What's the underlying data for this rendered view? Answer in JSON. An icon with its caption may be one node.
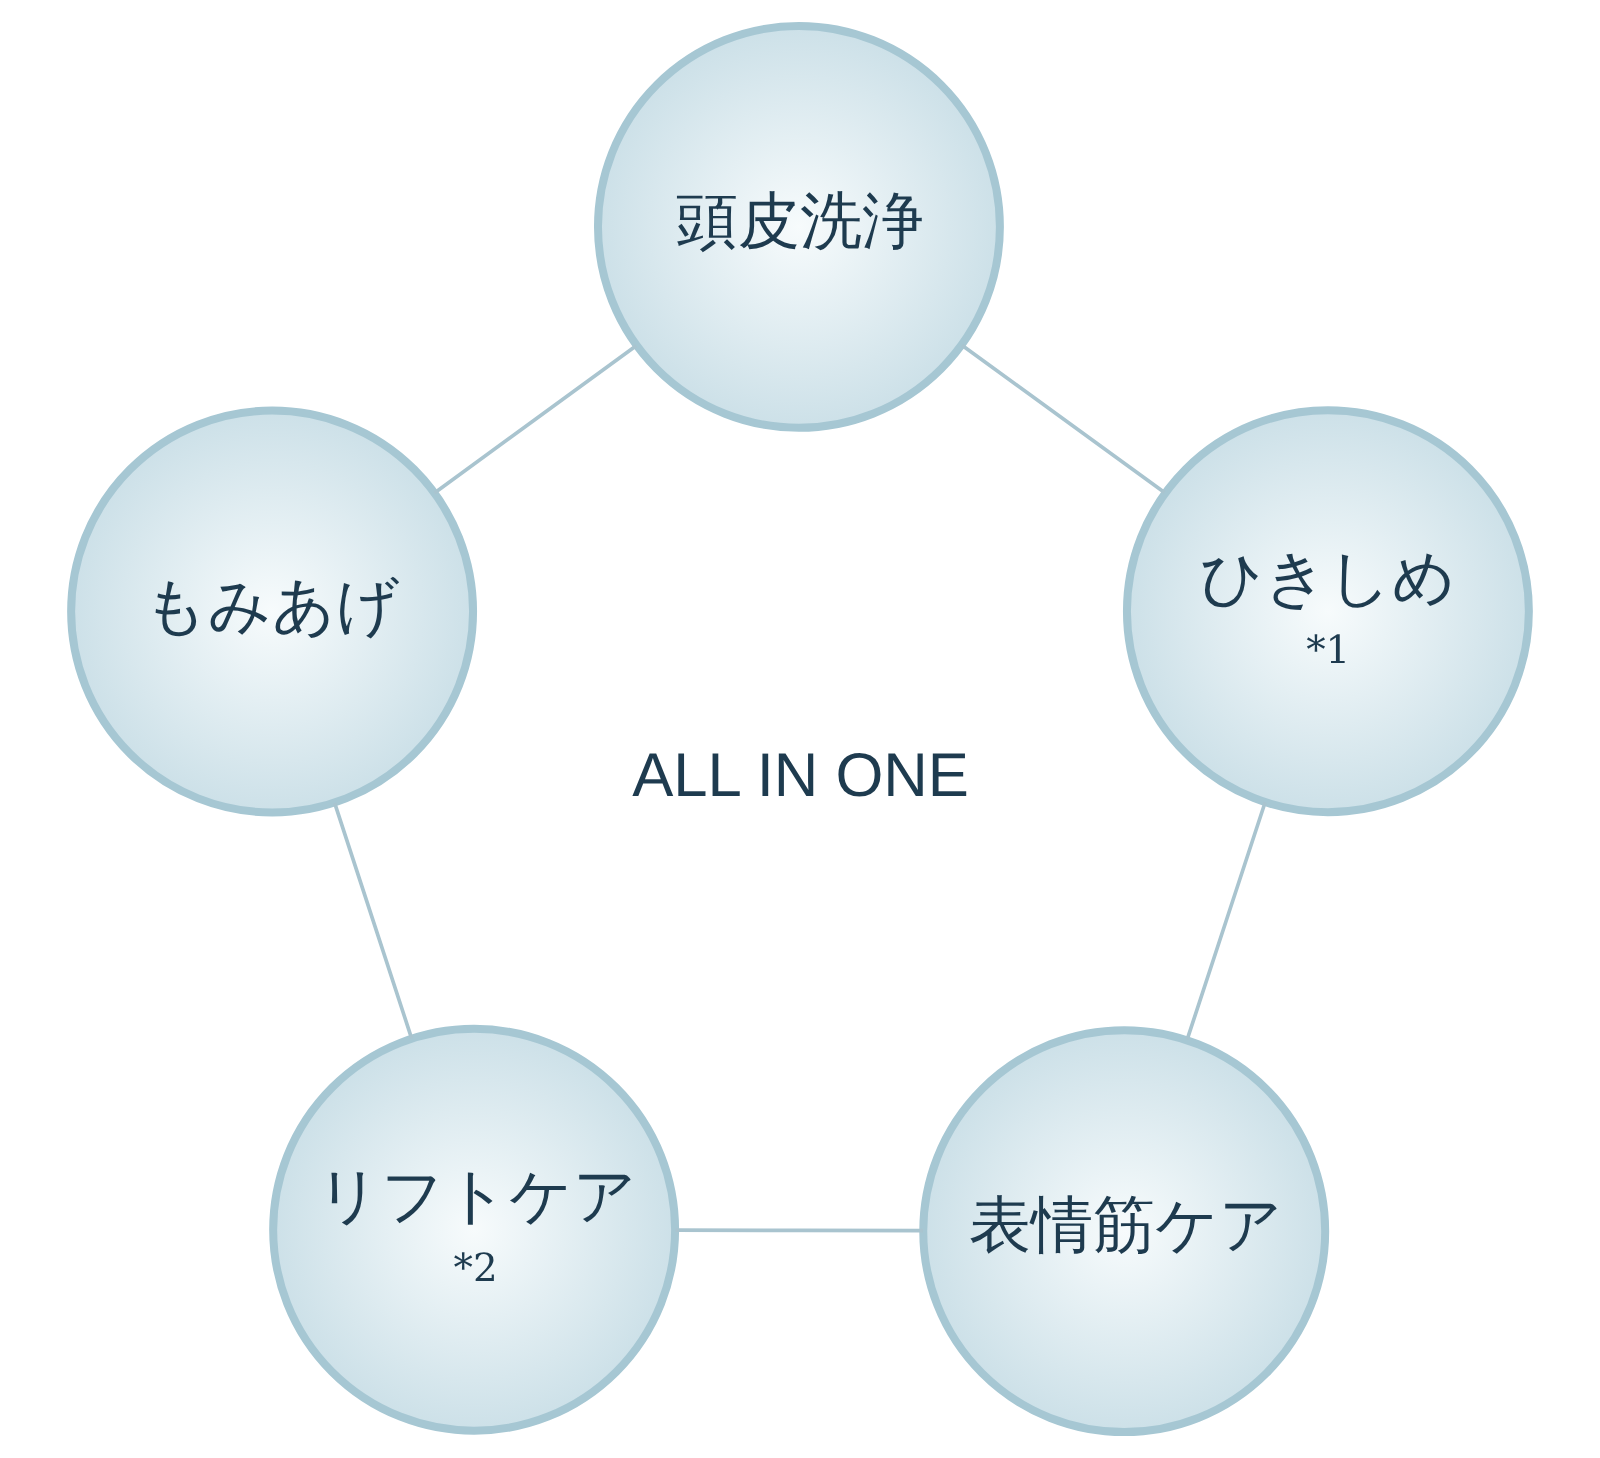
{
  "diagram": {
    "nodes": [
      {
        "text": [
          "頭皮洗浄"
        ]
      },
      {
        "text": [
          "ひきしめ",
          "*1"
        ]
      },
      {
        "text": [
          "表情筋ケア"
        ]
      },
      {
        "text": [
          "リフトケア",
          "*2"
        ]
      },
      {
        "text": [
          "もみあげ"
        ]
      }
    ],
    "edges": [
      {
        "from": 0,
        "to": 1,
        "arrow": "none"
      },
      {
        "from": 1,
        "to": 2,
        "arrow": "none"
      },
      {
        "from": 2,
        "to": 3,
        "arrow": "none"
      },
      {
        "from": 3,
        "to": 4,
        "arrow": "none"
      },
      {
        "from": 4,
        "to": 0,
        "arrow": "none"
      }
    ],
    "labels": [
      "ALL IN ONE"
    ]
  }
}
